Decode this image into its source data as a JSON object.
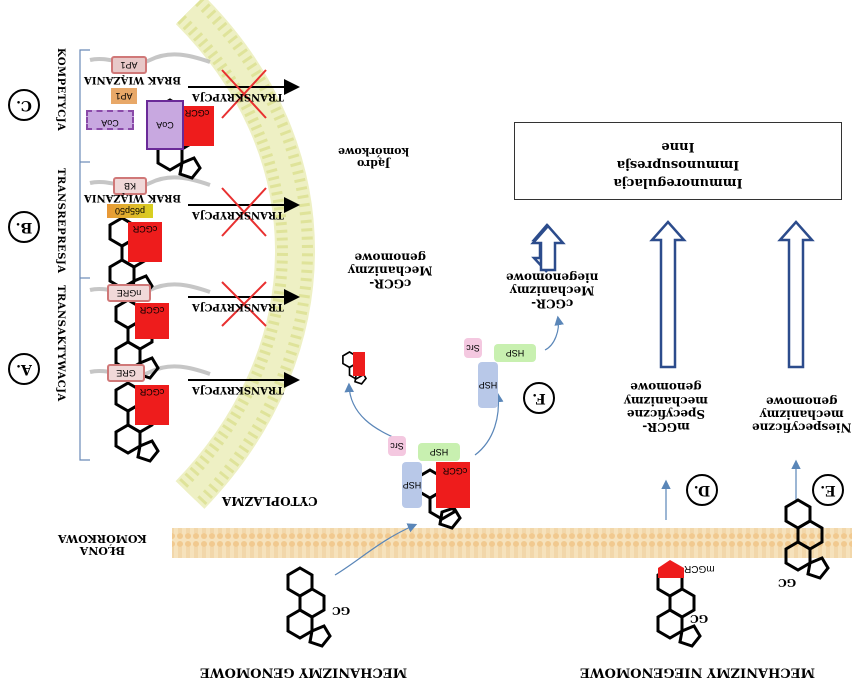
{
  "labels": {
    "cytoplasm": "CYTOPLAZMA",
    "nucleus_line1": "Jądro",
    "nucleus_line2": "komórkowe",
    "cell_membrane_line1": "BŁONA",
    "cell_membrane_line2": "KOMÓRKOWA",
    "genomic_mechanisms": "MECHANIZMY GENOMOWE",
    "nongenomic_mechanisms": "MECHANIZMY NIEGENOMOWE",
    "gc": "GC",
    "gc2": "GC",
    "gc3": "GC"
  },
  "effects_box": {
    "line1": "Immunoregulacja",
    "line2": "Immunosupresja",
    "line3": "Inne"
  },
  "side_labels": {
    "a": "TRANSAKTYWACJA",
    "b": "TRANSREPRESJA",
    "c": "KOMPETYCJA"
  },
  "markers": {
    "a": "A.",
    "b": "B.",
    "c": "C.",
    "d": "D.",
    "e": "E.",
    "f": "F."
  },
  "rows": {
    "transcription": "TRANSKRYPCJA",
    "no_binding": "BRAK WIĄZANIA",
    "gre": "GRE",
    "ngre": "nGRE",
    "kb": "KB",
    "p65p50": "p65p50",
    "ap1": "AP1",
    "coa": "CoA",
    "coa2": "CoA",
    "cgcr": "cGCR"
  },
  "mechanisms": {
    "cgcr_genomic_line1": "cGCR-",
    "cgcr_genomic_line2": "Mechanizmy",
    "cgcr_genomic_line3": "genomowe",
    "cgcr_nongenomic_line1": "cGCR-",
    "cgcr_nongenomic_line2": "Mechanizmy",
    "cgcr_nongenomic_line3": "niegenomowe",
    "mgcr_line1": "mGCR-",
    "mgcr_line2": "Specyficzne",
    "mgcr_line3": "mechanizmy",
    "mgcr_line4": "genomowe",
    "nonspec_line1": "Niespecyficzne",
    "nonspec_line2": "mechanizmy",
    "nonspec_line3": "genomowe",
    "mgcr_receptor": "mGCR"
  },
  "proteins": {
    "hsp": "HSP",
    "hsp2": "HSP",
    "hsp3": "HSP",
    "hsp4": "HSP",
    "src": "Src",
    "src2": "Src"
  },
  "colors": {
    "receptor_red": "#ee1c1c",
    "hsp_blue": "#b8c8e8",
    "hsp_green": "#c8f0b0",
    "src_pink": "#f4c8e0",
    "membrane": "#f4d8a8",
    "nucleus": "#e8ecb0",
    "coa_purple": "#c8a8e0",
    "ap1_orange": "#e8a868",
    "arrow_blue": "#2c4c8c"
  }
}
